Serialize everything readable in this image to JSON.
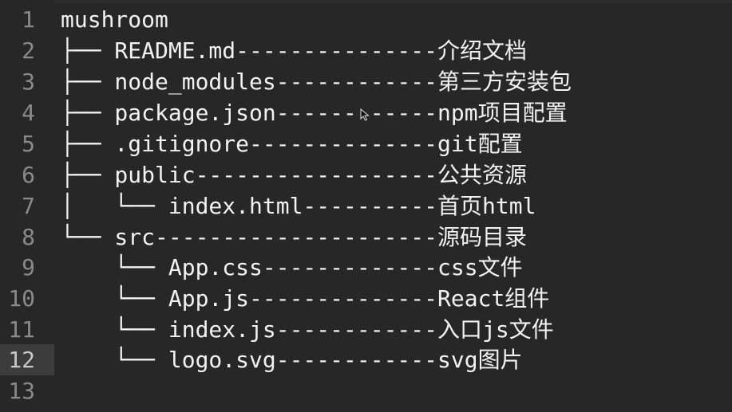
{
  "editor": {
    "lines": [
      {
        "num": "1",
        "text": "mushroom"
      },
      {
        "num": "2",
        "text": "├── README.md---------------介绍文档"
      },
      {
        "num": "3",
        "text": "├── node_modules------------第三方安装包"
      },
      {
        "num": "4",
        "text": "├── package.json------------npm项目配置"
      },
      {
        "num": "5",
        "text": "├── .gitignore--------------git配置"
      },
      {
        "num": "6",
        "text": "├── public------------------公共资源"
      },
      {
        "num": "7",
        "text": "│   └── index.html----------首页html"
      },
      {
        "num": "8",
        "text": "└── src---------------------源码目录"
      },
      {
        "num": "9",
        "text": "    └── App.css-------------css文件"
      },
      {
        "num": "10",
        "text": "    └── App.js--------------React组件"
      },
      {
        "num": "11",
        "text": "    └── index.js------------入口js文件"
      },
      {
        "num": "12",
        "text": "    └── logo.svg------------svg图片"
      },
      {
        "num": "13",
        "text": ""
      }
    ],
    "active_line": 12
  },
  "colors": {
    "background": "#272727",
    "text": "#f2f2f2",
    "line_number": "#8a8a8a",
    "active_line_gutter": "#3c3c3c"
  },
  "icons": {
    "mouse_cursor": "arrow-cursor-icon"
  }
}
